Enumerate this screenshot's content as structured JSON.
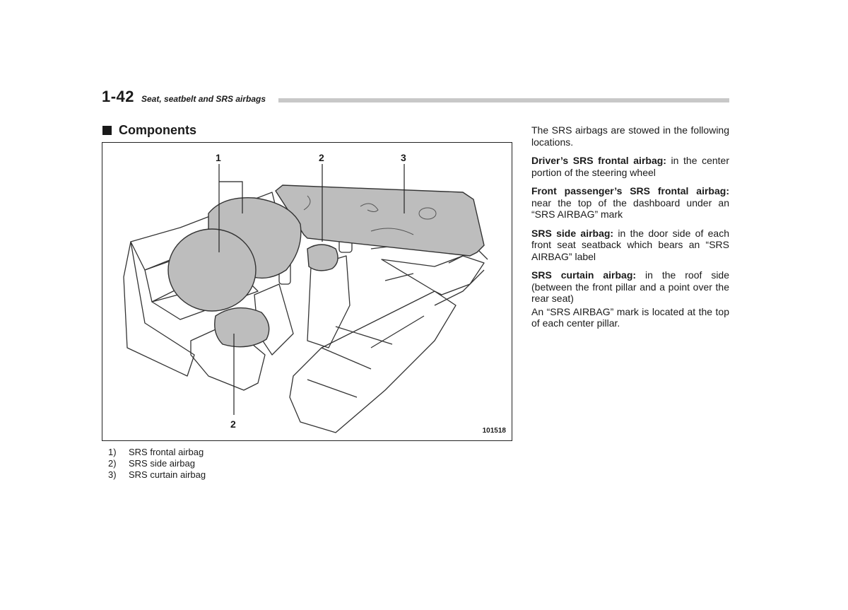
{
  "header": {
    "page_number": "1-42",
    "section_title": "Seat, seatbelt and SRS airbags"
  },
  "heading": {
    "title": "Components"
  },
  "figure": {
    "callouts": {
      "c1": "1",
      "c2a": "2",
      "c3": "3",
      "c2b": "2"
    },
    "code": "101518"
  },
  "legend": [
    {
      "num": "1)",
      "label": "SRS frontal airbag"
    },
    {
      "num": "2)",
      "label": "SRS side airbag"
    },
    {
      "num": "3)",
      "label": "SRS curtain airbag"
    }
  ],
  "body": {
    "intro": "The SRS airbags are stowed in the following locations.",
    "items": [
      {
        "term": "Driver’s SRS frontal airbag:",
        "desc": " in the center portion of the steering wheel"
      },
      {
        "term": "Front passenger’s SRS frontal airbag:",
        "desc": " near the top of the dashboard under an “SRS AIRBAG” mark"
      },
      {
        "term": "SRS side airbag:",
        "desc": " in the door side of each front seat seatback which bears an “SRS AIRBAG” label"
      },
      {
        "term": "SRS curtain airbag:",
        "desc": " in the roof side (between the front pillar and a point over the rear seat)"
      }
    ],
    "closing": "An “SRS AIRBAG” mark is located at the top of each center pillar."
  }
}
